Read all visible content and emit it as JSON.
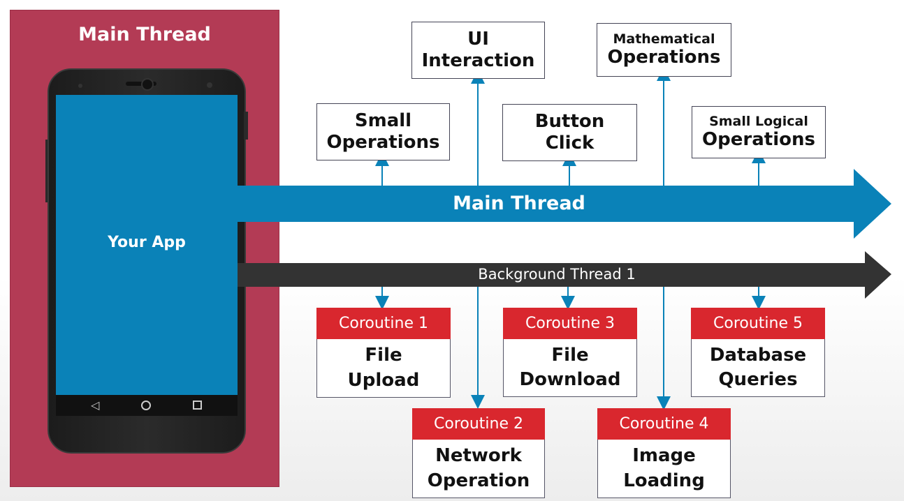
{
  "left_panel": {
    "title": "Main Thread",
    "app_label": "Your App",
    "nav_back": "◁"
  },
  "threads": {
    "main": "Main Thread",
    "background": "Background Thread 1"
  },
  "main_tasks": [
    {
      "label_line1": "Small",
      "label_line2": "Operations"
    },
    {
      "label_line1": "UI",
      "label_line2": "Interaction"
    },
    {
      "label_line1": "Button",
      "label_line2": "Click"
    },
    {
      "label_line1": "Mathematical",
      "label_line2": "Operations"
    },
    {
      "label_line1": "Small Logical",
      "label_line2": "Operations"
    }
  ],
  "coroutines": [
    {
      "name": "Coroutine 1",
      "task_line1": "File",
      "task_line2": "Upload"
    },
    {
      "name": "Coroutine 2",
      "task_line1": "Network",
      "task_line2": "Operation"
    },
    {
      "name": "Coroutine 3",
      "task_line1": "File",
      "task_line2": "Download"
    },
    {
      "name": "Coroutine 4",
      "task_line1": "Image",
      "task_line2": "Loading"
    },
    {
      "name": "Coroutine 5",
      "task_line1": "Database",
      "task_line2": "Queries"
    }
  ],
  "colors": {
    "panel": "#b33b55",
    "main_thread": "#0a82b8",
    "background_thread": "#333333",
    "coroutine_header": "#d9272e"
  }
}
